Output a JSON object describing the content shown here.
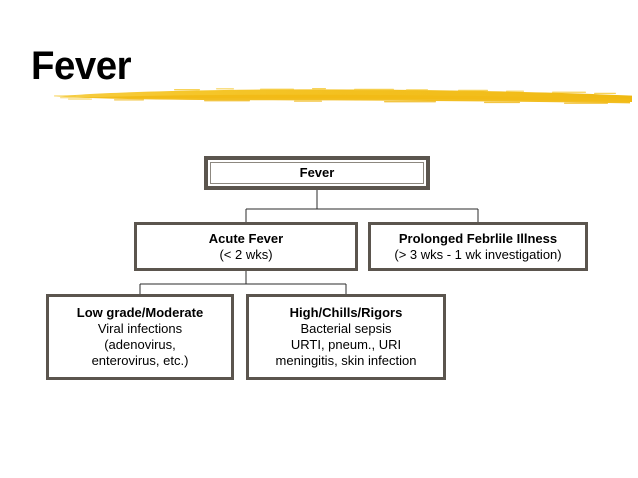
{
  "slide": {
    "title": "Fever",
    "accent_color": "#f2c230",
    "box_border_color": "#5b554e",
    "connector_color": "#2b2b2b",
    "background_color": "#ffffff",
    "text_color": "#000000"
  },
  "chart_data": {
    "type": "diagram",
    "title": "Fever",
    "layout": "top-down tree",
    "nodes": [
      {
        "id": "root",
        "title": "Fever",
        "lines": [],
        "level": 0
      },
      {
        "id": "acute",
        "title": "Acute Fever",
        "lines": [
          "(< 2 wks)"
        ],
        "level": 1
      },
      {
        "id": "prolonged",
        "title": "Prolonged Febrlile Illness",
        "lines": [
          "(> 3 wks - 1 wk investigation)"
        ],
        "level": 1
      },
      {
        "id": "lowgrade",
        "title": "Low grade/Moderate",
        "lines": [
          "Viral infections",
          "(adenovirus,",
          "enterovirus, etc.)"
        ],
        "level": 2
      },
      {
        "id": "high",
        "title": "High/Chills/Rigors",
        "lines": [
          "Bacterial sepsis",
          "URTI, pneum., URI",
          "meningitis, skin infection"
        ],
        "level": 2
      }
    ],
    "edges": [
      {
        "from": "root",
        "to": "acute"
      },
      {
        "from": "root",
        "to": "prolonged"
      },
      {
        "from": "acute",
        "to": "lowgrade"
      },
      {
        "from": "acute",
        "to": "high"
      }
    ]
  }
}
